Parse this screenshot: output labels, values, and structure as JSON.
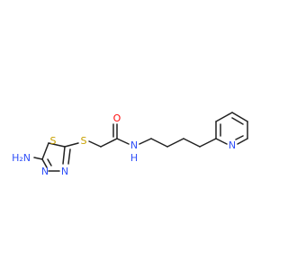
{
  "atoms": {
    "nh2": {
      "text": "H₂N",
      "color": "#3050F8"
    },
    "s_ring": {
      "text": "S",
      "color": "#C8A000"
    },
    "n_ring_left": {
      "text": "N",
      "color": "#3050F8"
    },
    "n_ring_right": {
      "text": "N",
      "color": "#3050F8"
    },
    "s_thioether": {
      "text": "S",
      "color": "#C8A000"
    },
    "o_carbonyl": {
      "text": "O",
      "color": "#FF0D0D"
    },
    "nh_amide": {
      "text": "N",
      "color": "#3050F8"
    },
    "h_amide": {
      "text": "H",
      "color": "#3050F8"
    },
    "n_pyridine": {
      "text": "N",
      "color": "#3050F8"
    }
  }
}
